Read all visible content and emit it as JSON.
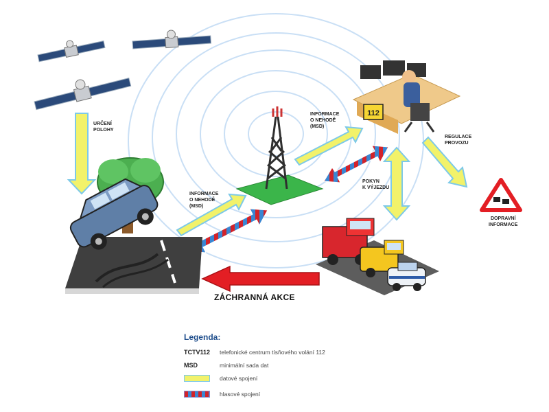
{
  "labels": {
    "urceni_polohy": "URČENÍ\nPOLOHY",
    "info_msd_left": "INFORMACE\nO NEHODĚ\n(MSD)",
    "info_msd_top": "INFORMACE\nO NEHODĚ\n(MSD)",
    "regulace": "REGULACE\nPROVOZU",
    "pokyn": "POKYN\nK VÝJEZDU",
    "dopravni": "DOPRAVNÍ\nINFORMACE",
    "zachranna": "ZÁCHRANNÁ AKCE",
    "center_badge": "112"
  },
  "legend": {
    "title": "Legenda:",
    "rows": [
      {
        "key": "TCTV112",
        "value": "telefonické centrum tísňového volání 112"
      },
      {
        "key": "MSD",
        "value": "minimální sada dat"
      },
      {
        "key": "",
        "value": "datové spojení"
      },
      {
        "key": "",
        "value": "hlasové spojení"
      }
    ]
  },
  "colors": {
    "data_link": "#f2f26a",
    "data_link_border": "#7dc9e8",
    "voice_red": "#d2232a",
    "voice_blue": "#3a86d2",
    "rescue_arrow": "#e31e24",
    "tower_base": "#3bb54a",
    "legend_title": "#1f4e8c"
  },
  "icons": [
    "satellite-icon",
    "tower-icon",
    "car-crash-icon",
    "tree-icon",
    "operator-icon",
    "warning-sign-icon",
    "fire-truck-icon",
    "van-icon",
    "police-car-icon"
  ]
}
